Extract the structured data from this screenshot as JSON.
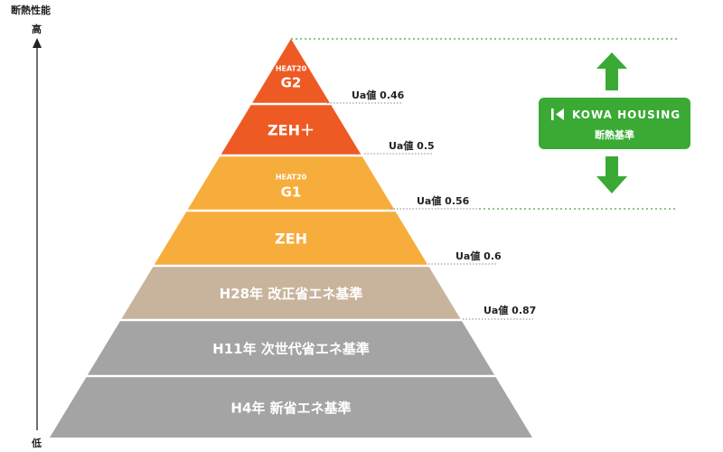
{
  "axis": {
    "title": "断熱性能",
    "high": "高",
    "low": "低"
  },
  "tiers": [
    {
      "small": "HEAT20",
      "label": "G2",
      "color": "#ee5a24"
    },
    {
      "small": "",
      "label": "ZEH＋",
      "color": "#ee5a24"
    },
    {
      "small": "HEAT20",
      "label": "G1",
      "color": "#f7ad3b"
    },
    {
      "small": "",
      "label": "ZEH",
      "color": "#f7ad3b"
    },
    {
      "small": "",
      "label": "H28年 改正省エネ基準",
      "color": "#c8b49d"
    },
    {
      "small": "",
      "label": "H11年 次世代省エネ基準",
      "color": "#a4a4a4"
    },
    {
      "small": "",
      "label": "H4年 新省エネ基準",
      "color": "#a4a4a4"
    }
  ],
  "ua_values": [
    {
      "text": "Ua値 0.46"
    },
    {
      "text": "Ua値 0.5"
    },
    {
      "text": "Ua値 0.56"
    },
    {
      "text": "Ua値 0.6"
    },
    {
      "text": "Ua値 0.87"
    }
  ],
  "badge": {
    "title": "KOWA HOUSING",
    "subtitle": "断熱基準",
    "color": "#3aaa35",
    "icon": "k-logo-icon"
  },
  "colors": {
    "arrow": "#3aaa35",
    "dotted_line": "#3aaa35"
  }
}
